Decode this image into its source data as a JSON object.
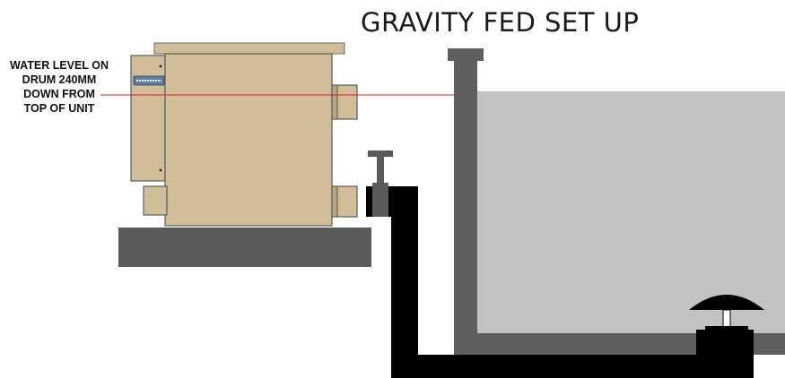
{
  "title": "GRAVITY FED SET UP",
  "annotation": {
    "lines": [
      "WATER LEVEL ON",
      "DRUM 240MM",
      "DOWN FROM",
      "TOP OF UNIT"
    ]
  },
  "colors": {
    "unit_body": "#d1bd98",
    "unit_outline": "#5a5a5a",
    "platform": "#5a5a5a",
    "pipe": "#000000",
    "tank_wall": "#5e5e5e",
    "tank_water": "#c2c2c2",
    "level_line": "#e41b1b",
    "valve": "#5a5a5a"
  }
}
